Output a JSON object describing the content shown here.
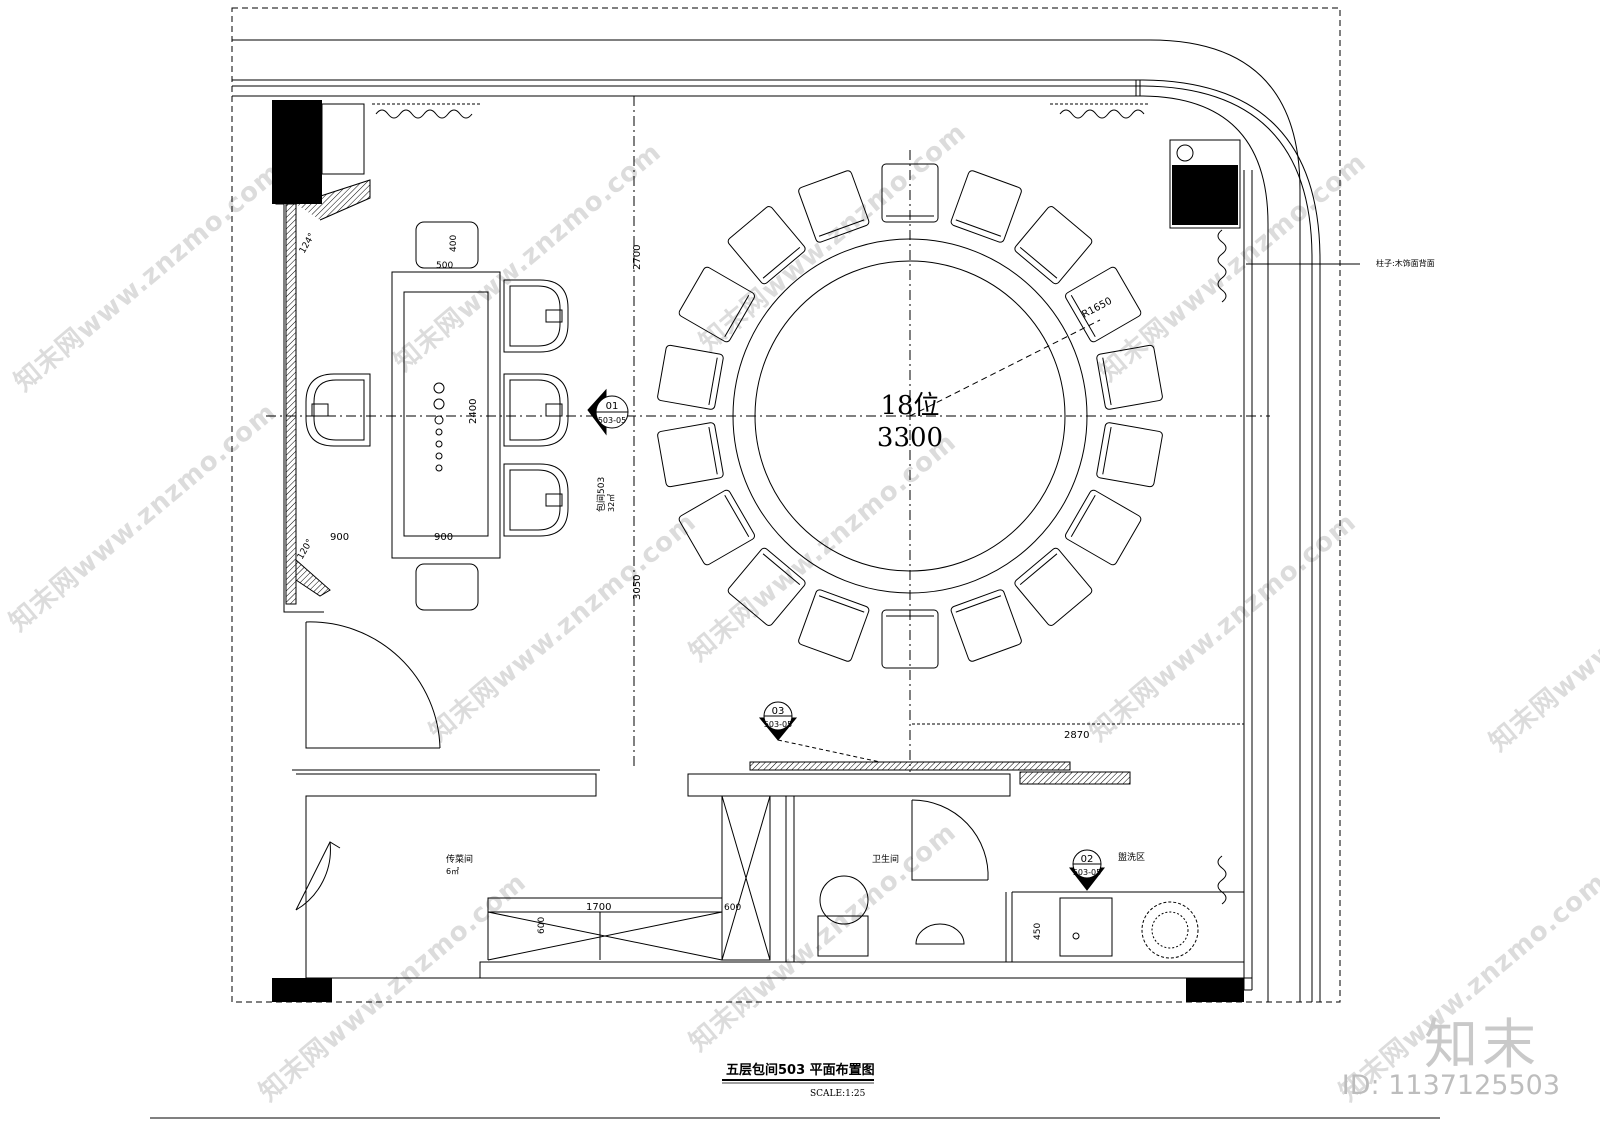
{
  "table": {
    "seats": "18位",
    "diameter": "3300",
    "radius": "R1650"
  },
  "dims": {
    "d2700": "2700",
    "d3050": "3050",
    "d2400": "2400",
    "d400": "400",
    "d500": "500",
    "d900a": "900",
    "d900b": "900",
    "d2870": "2870",
    "d1700": "1700",
    "d600a": "600",
    "d600b": "600",
    "d450": "450",
    "ang124": "124°",
    "ang120": "120°"
  },
  "callouts": [
    {
      "num": "01",
      "ref": "503-05"
    },
    {
      "num": "03",
      "ref": "503-05"
    },
    {
      "num": "02",
      "ref": "503-05"
    }
  ],
  "rooms": {
    "room_tag": "包间503",
    "room_area": "32㎡",
    "storage": "传菜间",
    "storage_sub": "6㎡",
    "wc": "卫生间",
    "wash": "盥洗区"
  },
  "notes": {
    "column_note": "柱子:木饰面背面"
  },
  "title": {
    "main": "五层包间503  平面布置图",
    "scale": "SCALE:1:25"
  },
  "watermark": {
    "text": "知末网www.znzmo.com",
    "brand": "知末",
    "id": "ID: 1137125503"
  }
}
